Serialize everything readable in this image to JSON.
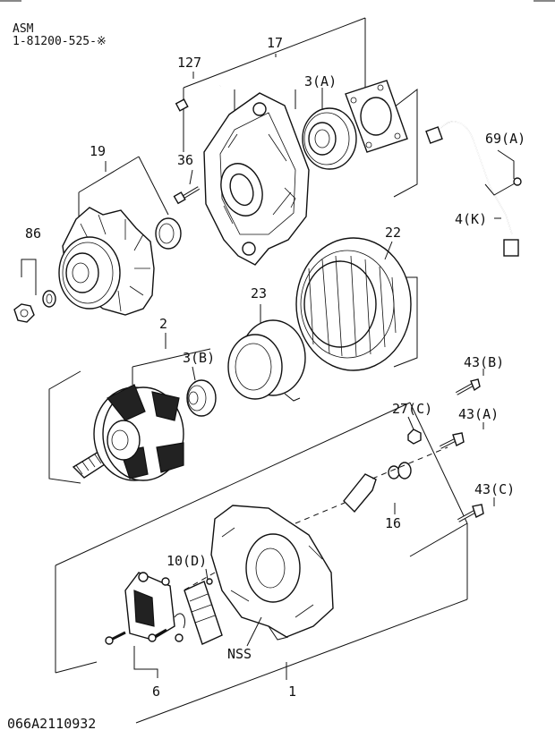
{
  "header": {
    "line1": "ASM",
    "line2": "1-81200-525-※"
  },
  "footer_code": "066A2110932",
  "callouts": {
    "c127": "127",
    "c17": "17",
    "c3a": "3(A)",
    "c69a": "69(A)",
    "c36": "36",
    "c19": "19",
    "c4k": "4(K)",
    "c86": "86",
    "c22": "22",
    "c23": "23",
    "c2": "2",
    "c3b": "3(B)",
    "c43b": "43(B)",
    "c27c": "27(C)",
    "c43a": "43(A)",
    "c16": "16",
    "c43c": "43(C)",
    "c10d": "10(D)",
    "cnss": "NSS",
    "c6": "6",
    "c1": "1"
  }
}
